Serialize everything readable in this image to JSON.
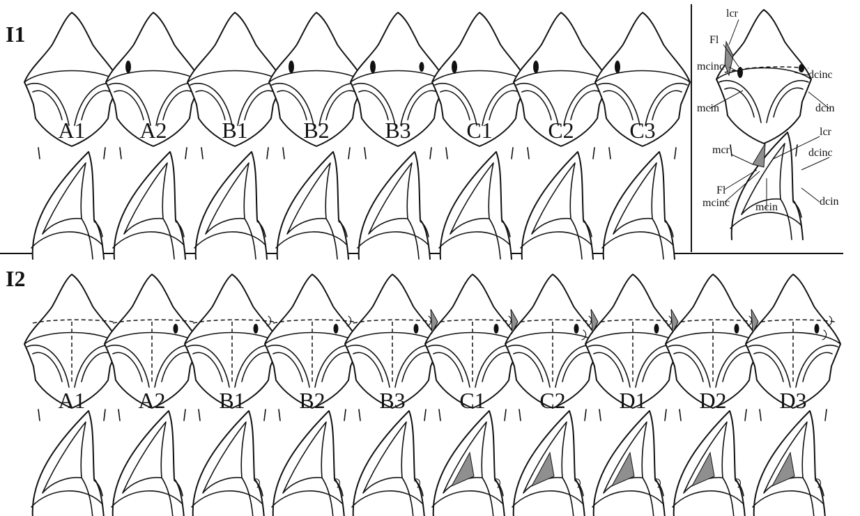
{
  "sections": [
    {
      "id": "i1",
      "label": "I1",
      "variants": [
        "A1",
        "A2",
        "B1",
        "B2",
        "B3",
        "C1",
        "C2",
        "C3"
      ],
      "features": {
        "A1": [],
        "A2": [
          "m"
        ],
        "B1": [],
        "B2": [
          "m"
        ],
        "B3": [
          "m",
          "d"
        ],
        "C1": [
          "m"
        ],
        "C2": [
          "m"
        ],
        "C3": [
          "m"
        ]
      }
    },
    {
      "id": "i2",
      "label": "I2",
      "variants": [
        "A1",
        "A2",
        "B1",
        "B2",
        "B3",
        "C1",
        "C2",
        "D1",
        "D2",
        "D3"
      ],
      "features": {
        "A1": [],
        "A2": [
          "d"
        ],
        "B1": [
          "d",
          "knot"
        ],
        "B2": [
          "d",
          "knot"
        ],
        "B3": [
          "d",
          "knot"
        ],
        "C1": [
          "d",
          "knot",
          "lcr"
        ],
        "C2": [
          "d",
          "knot",
          "lcr",
          "knot2"
        ],
        "D1": [
          "d",
          "knot",
          "lcr"
        ],
        "D2": [
          "d",
          "knot",
          "lcr"
        ],
        "D3": [
          "d",
          "knot",
          "lcr",
          "knot2"
        ]
      }
    }
  ],
  "legend_labels": {
    "front": [
      "lcr",
      "Fl",
      "mcinc",
      "dcinc",
      "mcin",
      "dcin"
    ],
    "side": [
      "lcr",
      "mcr",
      "dcinc",
      "Fl",
      "mcinc",
      "mcin",
      "dcin"
    ]
  },
  "colors": {
    "ink": "#111111",
    "shade": "#8f8f8f",
    "background": "#ffffff"
  }
}
